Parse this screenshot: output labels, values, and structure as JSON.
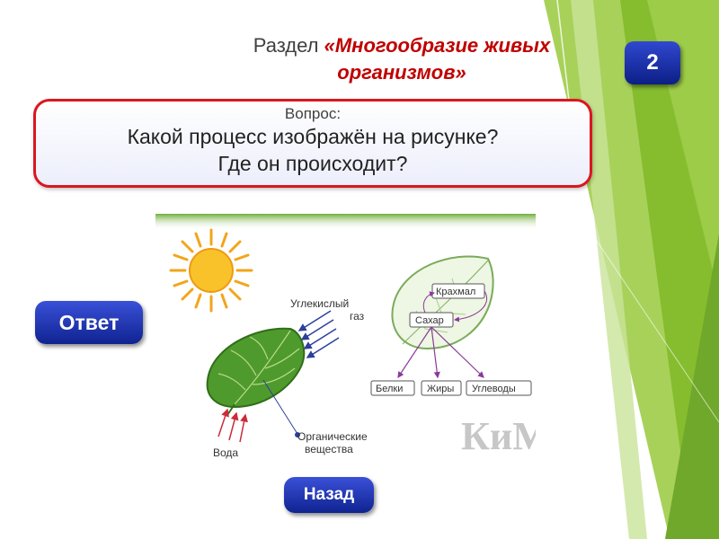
{
  "header": {
    "prefix": "Раздел ",
    "highlight_line1": "«Многообразие живых",
    "highlight_line2": "организмов»"
  },
  "badge": {
    "number": "2"
  },
  "question": {
    "label": "Вопрос:",
    "line1": "Какой процесс изображён на рисунке?",
    "line2": "Где он происходит?"
  },
  "buttons": {
    "answer": "Ответ",
    "back": "Назад"
  },
  "figure": {
    "co2_label_1": "Углекислый",
    "co2_label_2": "газ",
    "water_label": "Вода",
    "organic_label_1": "Органические",
    "organic_label_2": "вещества",
    "starch": "Крахмал",
    "sugar": "Сахар",
    "proteins": "Белки",
    "fats": "Жиры",
    "carbs": "Углеводы",
    "watermark": "КиМ"
  },
  "colors": {
    "title_accent": "#c00000",
    "button_blue": "#1a30b0",
    "question_border": "#d9171f",
    "deco_green": "#8cc63f"
  }
}
